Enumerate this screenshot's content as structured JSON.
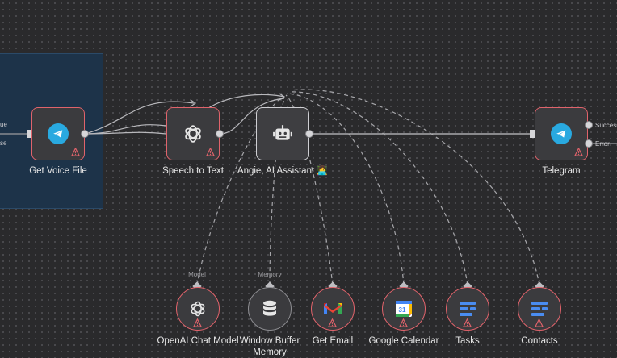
{
  "nodes": {
    "get_voice_file": {
      "label": "Get Voice File"
    },
    "speech_to_text": {
      "label": "Speech to Text"
    },
    "assistant": {
      "label": "Angie, AI Assistant",
      "emoji": "👩‍💻"
    },
    "telegram": {
      "label": "Telegram",
      "port_success": "Success",
      "port_error": "Error"
    },
    "openai_chat": {
      "label": "OpenAI Chat Model",
      "port_label": "Model"
    },
    "window_buffer": {
      "label_line1": "Window Buffer",
      "label_line2": "Memory",
      "port_label": "Memory"
    },
    "get_email": {
      "label": "Get Email"
    },
    "google_calendar": {
      "label": "Google Calendar"
    },
    "tasks": {
      "label": "Tasks"
    },
    "contacts": {
      "label": "Contacts"
    }
  },
  "left_ports": {
    "top": "ue",
    "bottom": "se"
  },
  "colors": {
    "canvas": "#2a2a2c",
    "group_panel": "#1d3349",
    "node_border_error": "#e0636b",
    "node_border_selected": "#cfcfd3",
    "telegram_blue": "#29a9e0"
  }
}
